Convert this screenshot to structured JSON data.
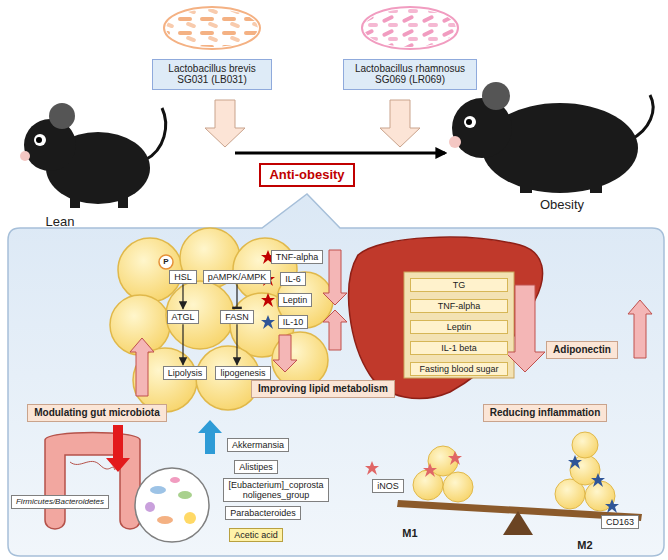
{
  "diagram": {
    "nodes": [
      {
        "text": [
          "Lactobacillus brevis SG031 (LB031)"
        ]
      },
      {
        "text": [
          "Lactobacillus rhamnosus SG069 (LR069)"
        ]
      },
      {
        "text": [
          "Anti-obesity"
        ]
      },
      {
        "text": [
          "HSL"
        ]
      },
      {
        "text": [
          "pAMPK/AMPK"
        ]
      },
      {
        "text": [
          "ATGL"
        ]
      },
      {
        "text": [
          "FASN"
        ]
      },
      {
        "text": [
          "Lipolysis"
        ]
      },
      {
        "text": [
          "lipogenesis"
        ]
      },
      {
        "text": [
          "TNF-alpha"
        ]
      },
      {
        "text": [
          "IL-6"
        ]
      },
      {
        "text": [
          "Leptin"
        ]
      },
      {
        "text": [
          "IL-10"
        ]
      },
      {
        "text": [
          "Improving lipid metabolism"
        ]
      },
      {
        "text": [
          "TG"
        ]
      },
      {
        "text": [
          "TNF-alpha"
        ]
      },
      {
        "text": [
          "Leptin"
        ]
      },
      {
        "text": [
          "IL-1 beta"
        ]
      },
      {
        "text": [
          "Fasting blood sugar"
        ]
      },
      {
        "text": [
          "Adiponectin"
        ]
      },
      {
        "text": [
          "Modulating gut microbiota"
        ]
      },
      {
        "text": [
          "Firmicutes/Bacteroidetes"
        ]
      },
      {
        "text": [
          "Akkermansia"
        ]
      },
      {
        "text": [
          "Alistipes"
        ]
      },
      {
        "text": [
          "[Eubacterium]_coprostanoligenes_group"
        ]
      },
      {
        "text": [
          "Parabacteroides"
        ]
      },
      {
        "text": [
          "Acetic acid"
        ]
      },
      {
        "text": [
          "Reducing inflammation"
        ]
      },
      {
        "text": [
          "iNOS"
        ]
      },
      {
        "text": [
          "CD163"
        ]
      }
    ],
    "edges": [
      {
        "from": 3,
        "to": 5,
        "arrow": "to"
      },
      {
        "from": 5,
        "to": 7,
        "arrow": "to"
      },
      {
        "from": 4,
        "to": 6,
        "arrow": "to"
      },
      {
        "from": 6,
        "to": 8,
        "arrow": "to"
      }
    ],
    "labels": [
      "Lean",
      "Obesity",
      "P",
      "M1",
      "M2"
    ]
  }
}
